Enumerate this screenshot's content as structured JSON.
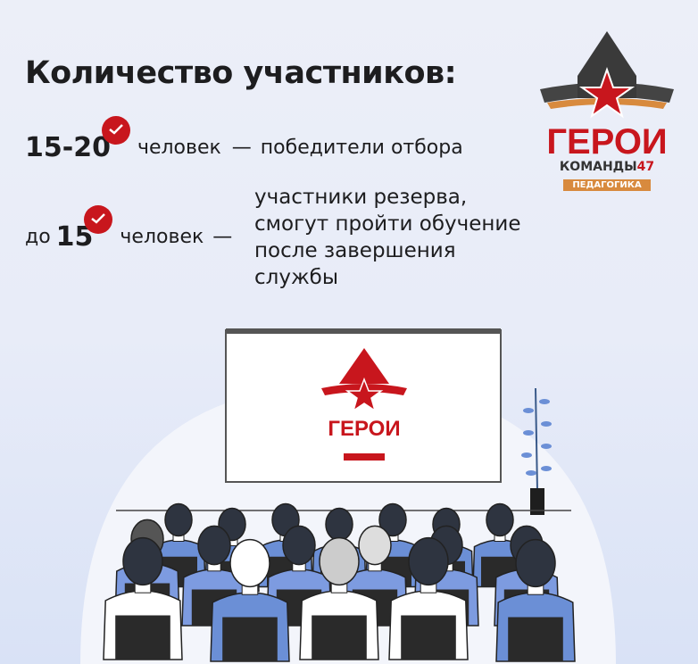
{
  "title": "Количество участников:",
  "row1": {
    "number": "15-20",
    "unit": "человек",
    "dash": "—",
    "text": "победители отбора"
  },
  "row2": {
    "prefix": "до",
    "number": "15",
    "unit": "человек",
    "dash": "—",
    "lines": [
      "участники резерва,",
      "смогут пройти обучение",
      "после завершения",
      "службы"
    ]
  },
  "logo": {
    "main": "ГЕРОИ",
    "sub": "КОМАНДЫ",
    "num": "47",
    "tag": "ПЕДАГОГИКА"
  },
  "colors": {
    "accent": "#c8161d",
    "orange": "#d88a3e",
    "dark": "#333333"
  }
}
